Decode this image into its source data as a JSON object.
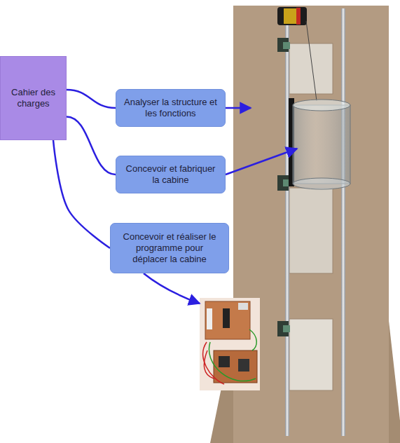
{
  "diagram": {
    "nodes": [
      {
        "text": [
          "Cahier des charges"
        ]
      },
      {
        "text": [
          "Analyser la structure et les fonctions"
        ]
      },
      {
        "text": [
          "Concevoir et fabriquer la cabine"
        ]
      },
      {
        "text": [
          "Concevoir et réaliser le programme pour déplacer la cabine"
        ]
      }
    ],
    "edges": [
      {
        "from": 0,
        "to": 1,
        "arrow": "none"
      },
      {
        "from": 0,
        "to": 2,
        "arrow": "none"
      },
      {
        "from": 0,
        "to": 3,
        "arrow": "none"
      }
    ]
  }
}
